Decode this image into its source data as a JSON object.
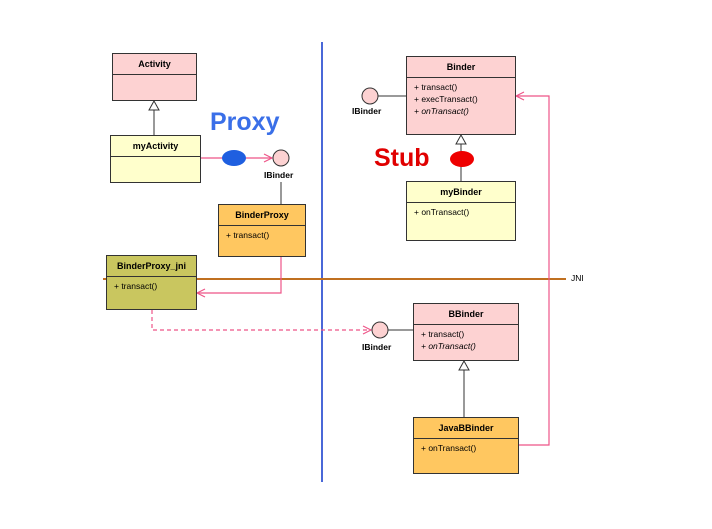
{
  "labels": {
    "proxy": "Proxy",
    "stub": "Stub",
    "jni": "JNI",
    "ibinder_proxy": "IBinder",
    "ibinder_binder": "IBinder",
    "ibinder_bbinder": "IBinder"
  },
  "classes": {
    "activity": {
      "name": "Activity",
      "methods": []
    },
    "my_activity": {
      "name": "myActivity",
      "methods": []
    },
    "binder_proxy": {
      "name": "BinderProxy",
      "methods": [
        "+ transact()"
      ]
    },
    "binder_proxy_jni": {
      "name": "BinderProxy_jni",
      "methods": [
        "+ transact()"
      ]
    },
    "binder": {
      "name": "Binder",
      "methods": [
        "+ transact()",
        "+ execTransact()",
        "+ onTransact()"
      ]
    },
    "my_binder": {
      "name": "myBinder",
      "methods": [
        "+ onTransact()"
      ]
    },
    "bbinder": {
      "name": "BBinder",
      "methods": [
        "+ transact()",
        "+ onTransact()"
      ]
    },
    "java_bbinder": {
      "name": "JavaBBinder",
      "methods": [
        "+ onTransact()"
      ]
    }
  },
  "colors": {
    "proxy_text": "#3a6fe8",
    "stub_text": "#e00000",
    "proxy_ellipse": "#1f5fe0",
    "stub_ellipse": "#ee0000",
    "divider": "#4a68d8",
    "jni_line": "#c07020",
    "arrows": "#ee5588"
  }
}
